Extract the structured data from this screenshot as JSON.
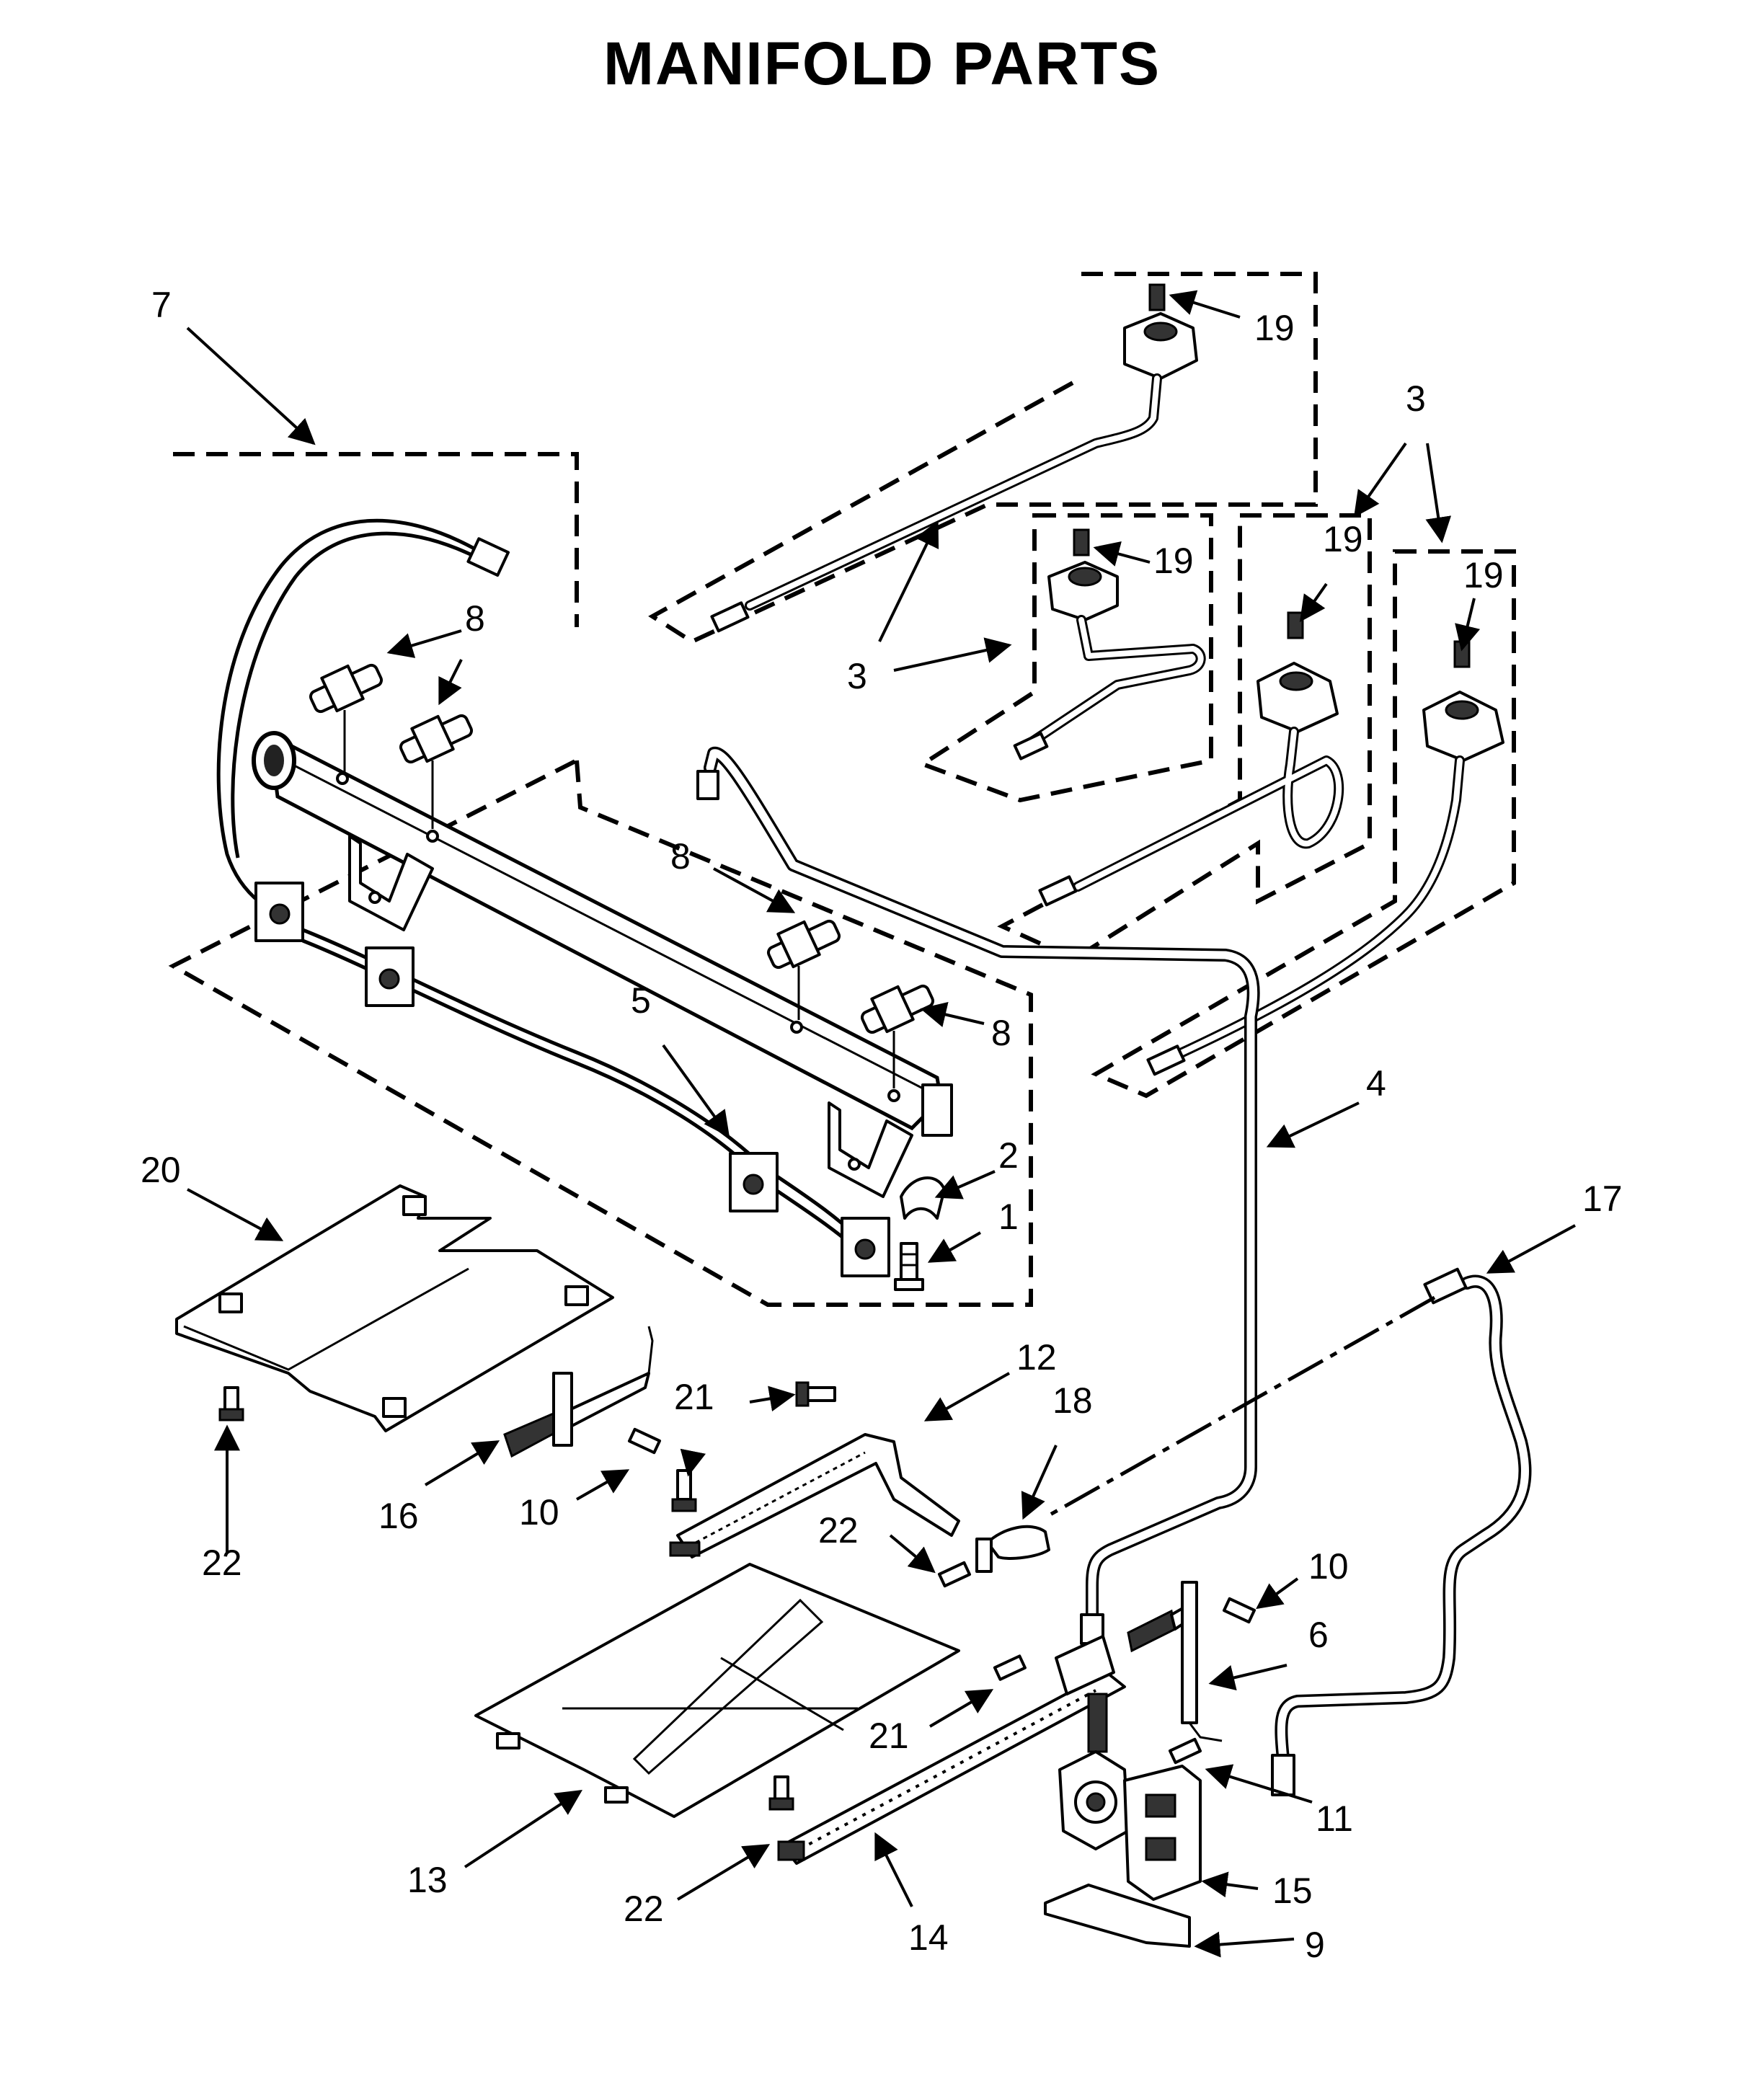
{
  "title": "MANIFOLD PARTS",
  "callouts": [
    {
      "id": "c7",
      "text": "7"
    },
    {
      "id": "c19a",
      "text": "19"
    },
    {
      "id": "c3a",
      "text": "3"
    },
    {
      "id": "c19b",
      "text": "19"
    },
    {
      "id": "c19c",
      "text": "19"
    },
    {
      "id": "c19d",
      "text": "19"
    },
    {
      "id": "c3b",
      "text": "3"
    },
    {
      "id": "c8a",
      "text": "8"
    },
    {
      "id": "c8b",
      "text": "8"
    },
    {
      "id": "c8c",
      "text": "8"
    },
    {
      "id": "c5",
      "text": "5"
    },
    {
      "id": "c4",
      "text": "4"
    },
    {
      "id": "c2",
      "text": "2"
    },
    {
      "id": "c1",
      "text": "1"
    },
    {
      "id": "c20",
      "text": "20"
    },
    {
      "id": "c17",
      "text": "17"
    },
    {
      "id": "c12",
      "text": "12"
    },
    {
      "id": "c21a",
      "text": "21"
    },
    {
      "id": "c18",
      "text": "18"
    },
    {
      "id": "c16",
      "text": "16"
    },
    {
      "id": "c10a",
      "text": "10"
    },
    {
      "id": "c22a",
      "text": "22"
    },
    {
      "id": "c22b",
      "text": "22"
    },
    {
      "id": "c10b",
      "text": "10"
    },
    {
      "id": "c6",
      "text": "6"
    },
    {
      "id": "c21b",
      "text": "21"
    },
    {
      "id": "c11",
      "text": "11"
    },
    {
      "id": "c13",
      "text": "13"
    },
    {
      "id": "c22c",
      "text": "22"
    },
    {
      "id": "c15",
      "text": "15"
    },
    {
      "id": "c14",
      "text": "14"
    },
    {
      "id": "c9",
      "text": "9"
    }
  ]
}
